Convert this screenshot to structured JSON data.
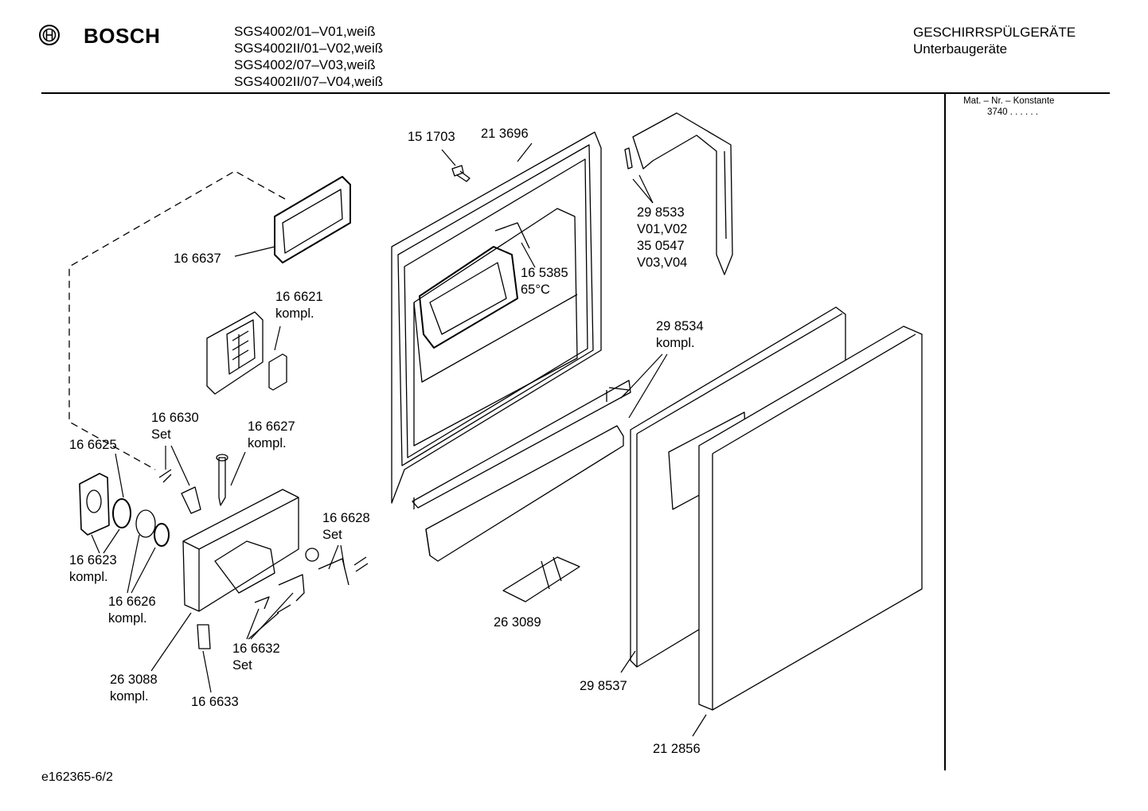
{
  "header": {
    "brand": "BOSCH",
    "models": [
      "SGS4002/01–V01,weiß",
      "SGS4002II/01–V02,weiß",
      "SGS4002/07–V03,weiß",
      "SGS4002II/07–V04,weiß"
    ],
    "category": "GESCHIRRSPÜLGERÄTE",
    "subcategory": "Unterbaugeräte"
  },
  "sidebar": {
    "mat_label": "Mat. – Nr. – Konstante",
    "mat_value": "3740  .  .  .  .  .  ."
  },
  "footer": {
    "code": "e162365-6/2"
  },
  "parts": [
    {
      "id": "p151703",
      "lines": [
        "15 1703"
      ]
    },
    {
      "id": "p213696",
      "lines": [
        "21 3696"
      ]
    },
    {
      "id": "p298533",
      "lines": [
        "29 8533",
        "V01,V02",
        "35 0547",
        "V03,V04"
      ]
    },
    {
      "id": "p166637",
      "lines": [
        "16 6637"
      ]
    },
    {
      "id": "p165385",
      "lines": [
        "16 5385",
        "65°C"
      ]
    },
    {
      "id": "p166621",
      "lines": [
        "16 6621",
        "kompl."
      ]
    },
    {
      "id": "p298534",
      "lines": [
        "29 8534",
        "kompl."
      ]
    },
    {
      "id": "p166630",
      "lines": [
        "16 6630",
        "Set"
      ]
    },
    {
      "id": "p166627",
      "lines": [
        "16 6627",
        "kompl."
      ]
    },
    {
      "id": "p166625",
      "lines": [
        "16 6625"
      ]
    },
    {
      "id": "p166628",
      "lines": [
        "16 6628",
        "Set"
      ]
    },
    {
      "id": "p166623",
      "lines": [
        "16 6623",
        "kompl."
      ]
    },
    {
      "id": "p166626",
      "lines": [
        "16 6626",
        "kompl."
      ]
    },
    {
      "id": "p263089",
      "lines": [
        "26 3089"
      ]
    },
    {
      "id": "p166632",
      "lines": [
        "16 6632",
        "Set"
      ]
    },
    {
      "id": "p263088",
      "lines": [
        "26 3088",
        "kompl."
      ]
    },
    {
      "id": "p166633",
      "lines": [
        "16 6633"
      ]
    },
    {
      "id": "p298537",
      "lines": [
        "29 8537"
      ]
    },
    {
      "id": "p212856",
      "lines": [
        "21 2856"
      ]
    }
  ]
}
